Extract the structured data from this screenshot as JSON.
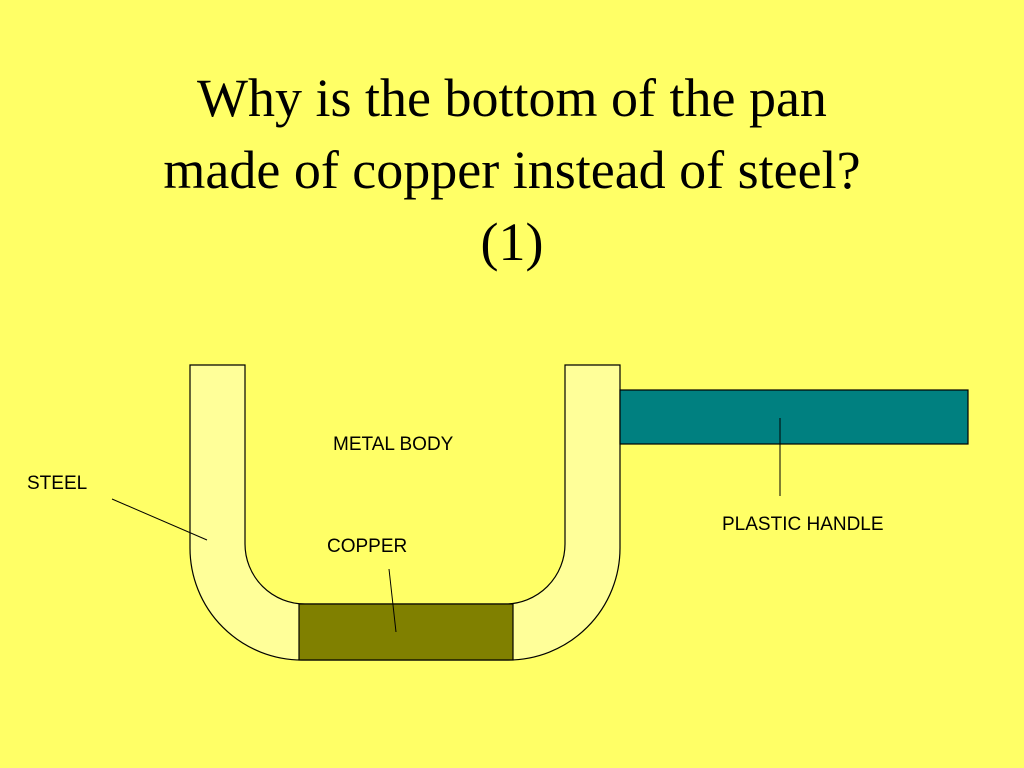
{
  "title": {
    "line1": "Why is the bottom of the pan",
    "line2": "made of copper instead of steel?",
    "line3": "(1)"
  },
  "labels": {
    "metal_body": "METAL BODY",
    "steel": "STEEL",
    "copper": "COPPER",
    "plastic_handle": "PLASTIC HANDLE"
  },
  "colors": {
    "background": "#FFFF66",
    "pan_wall": "#FFFF99",
    "copper": "#808000",
    "handle": "#008080",
    "outline": "#000000"
  }
}
